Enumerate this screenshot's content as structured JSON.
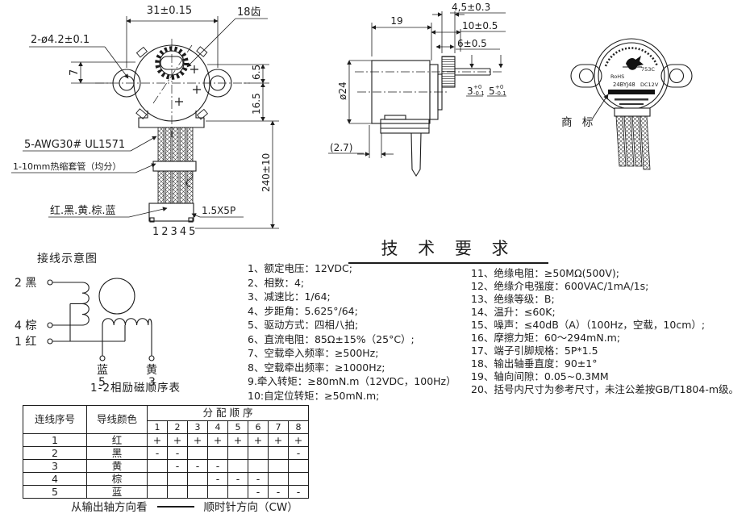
{
  "front_view": {
    "dim_width": "31±0.15",
    "gear_teeth": "18齿",
    "dim_holes": "2-ø4.2±0.1",
    "dim_7": "7",
    "dim_6_5": "6.5",
    "dim_16_5": "16.5",
    "dim_wire_len": "240±10",
    "wire_spec": "5-AWG30# UL1571",
    "sleeve_note": "1-10mm热缩套管（均分）",
    "wire_colors": "红.黑.黄.棕.蓝",
    "pin_numbers": "12345",
    "connector_spec": "1.5X5P"
  },
  "side_view": {
    "dim_19": "19",
    "dim_4_5": "4,5±0.3",
    "dim_10": "10±0.5",
    "dim_6": "6±0.5",
    "dim_d24": "ø24",
    "dim_3": "3",
    "dim_3_up": "+0",
    "dim_3_dn": "-0.1",
    "dim_5": "5",
    "dim_5_up": "+0",
    "dim_5_dn": "-0.1",
    "dim_2_7": "(2.7)"
  },
  "back_view": {
    "trademark": "商 标",
    "rohs": "RoHS",
    "code": "753C",
    "model": "24BYJ48",
    "voltage": "DC12V"
  },
  "wiring": {
    "title": "接线示意图",
    "terminal_2": "2 黑",
    "terminal_4": "4 棕",
    "terminal_1": "1 红",
    "blue_label": "蓝",
    "blue_num": "5",
    "yellow_label": "黄",
    "yellow_num": "3"
  },
  "tech": {
    "title": "技 术 要 求",
    "left": [
      "1、额定电压：12VDC;",
      "2、相数：4;",
      "3、减速比：1/64;",
      "4、步距角：5.625°/64;",
      "5、驱动方式：四相八拍;",
      "6、直流电阻：85Ω±15%（25°C）;",
      "7、空载牵入频率：≥500Hz;",
      "8、空载牵出频率：≥1000Hz;",
      "9.牵入转矩：≥80mN.m（12VDC，100Hz）",
      "10:自定位转矩：≥50mN.m;"
    ],
    "right": [
      "11、绝缘电阻：≥50MΩ(500V);",
      "12、绝缘介电强度：600VAC/1mA/1s;",
      "13、绝缘等级：B;",
      "14、温升：≤60K;",
      "15、噪声：≤40dB（A）（100Hz，空载，10cm）;",
      "16、摩擦力矩：60～294mN.m;",
      "17、端子引脚规格：5P*1.5",
      "18、输出轴垂直度：90±1°",
      "19、轴向间隙：0.05~0.3MM",
      "20、括号内尺寸为参考尺寸，未注公差按GB/T1804-m级。"
    ]
  },
  "seq_table": {
    "title": "1-2相励磁顺序表",
    "col_wire_no": "连线序号",
    "col_color": "导线颜色",
    "col_sequence": "分 配 顺 序",
    "steps": [
      "1",
      "2",
      "3",
      "4",
      "5",
      "6",
      "7",
      "8"
    ],
    "rows": [
      {
        "no": "1",
        "color": "红",
        "signs": [
          "+",
          "+",
          "+",
          "+",
          "+",
          "+",
          "+",
          "+"
        ]
      },
      {
        "no": "2",
        "color": "黑",
        "signs": [
          "-",
          "-",
          "",
          "",
          "",
          "",
          "",
          "-"
        ]
      },
      {
        "no": "3",
        "color": "黄",
        "signs": [
          "",
          "-",
          "-",
          "-",
          "",
          "",
          "",
          ""
        ]
      },
      {
        "no": "4",
        "color": "棕",
        "signs": [
          "",
          "",
          "",
          "-",
          "-",
          "-",
          "",
          ""
        ]
      },
      {
        "no": "5",
        "color": "蓝",
        "signs": [
          "",
          "",
          "",
          "",
          "",
          "-",
          "-",
          "-"
        ]
      }
    ],
    "footer_left": "从输出轴方向看",
    "footer_right": "顺时针方向（CW）"
  }
}
